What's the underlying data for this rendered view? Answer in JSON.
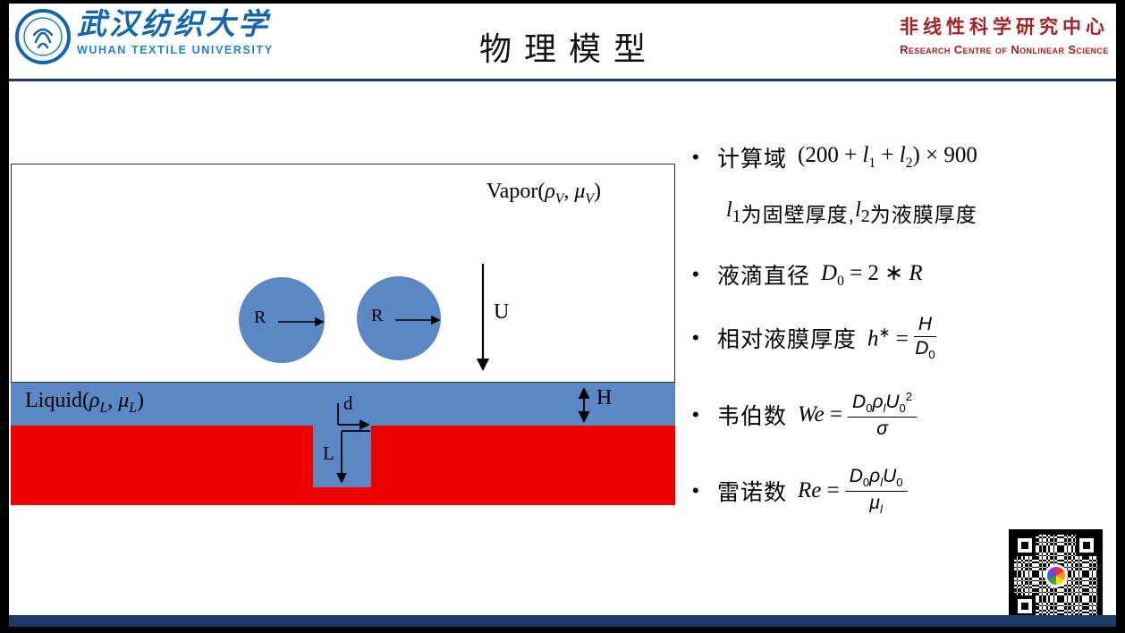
{
  "header": {
    "university_cn": "武汉纺织大学",
    "university_en": "WUHAN TEXTILE UNIVERSITY",
    "title": "物理模型",
    "centre_cn": "非线性科学研究中心",
    "centre_en": "Research Centre of Nonlinear Science"
  },
  "colors": {
    "navy": "#1F3864",
    "liquid_blue": "#5B87C4",
    "solid_red": "#EE0000",
    "brand_blue": "#1465B0",
    "brand_blue_light": "#1D85C8",
    "dark_red": "#A62121"
  },
  "diagram": {
    "vapor": {
      "name": "Vapor(",
      "rho": "ρ",
      "rho_sub": "V",
      "sep": ", ",
      "mu": "μ",
      "mu_sub": "V",
      "close": ")"
    },
    "liquid": {
      "name": "Liquid(",
      "rho": "ρ",
      "rho_sub": "L",
      "sep": ", ",
      "mu": "μ",
      "mu_sub": "L",
      "close": ")"
    },
    "radius_label": "R",
    "velocity_label": "U",
    "film_thickness_label": "H",
    "groove_width_label": "d",
    "groove_depth_label": "L"
  },
  "bullets": {
    "marker": "•",
    "b1": {
      "label": "计算域",
      "f1": "(200 + ",
      "l1": "l",
      "s1": "1",
      "f2": " + ",
      "l2": "l",
      "s2": "2",
      "f3": ") × 900"
    },
    "b1_note": {
      "l1": "l",
      "s1": "1",
      "t1": "为固壁厚度,",
      "l2": "l",
      "s2": "2",
      "t2": "为液膜厚度"
    },
    "b2": {
      "label": "液滴直径",
      "v1": "D",
      "v1sub": "0",
      "mid": " = 2 ∗ ",
      "v2": "R"
    },
    "b3": {
      "label": "相对液膜厚度",
      "lhs": "h",
      "lhs_sup": "∗",
      "eq": " = ",
      "num": "H",
      "den1": "D",
      "den1sub": "0"
    },
    "b4": {
      "label": "韦伯数",
      "lhs": "We",
      "eq": " = ",
      "n1": "D",
      "n1sub": "0",
      "n2": "ρ",
      "n2sub": "l",
      "n3": "U",
      "n3sub": "0",
      "n3sup": "2",
      "den": "σ"
    },
    "b5": {
      "label": "雷诺数",
      "lhs": "Re",
      "eq": " = ",
      "n1": "D",
      "n1sub": "0",
      "n2": "ρ",
      "n2sub": "l",
      "n3": "U",
      "n3sub": "0",
      "d1": "μ",
      "d1sub": "l"
    }
  }
}
